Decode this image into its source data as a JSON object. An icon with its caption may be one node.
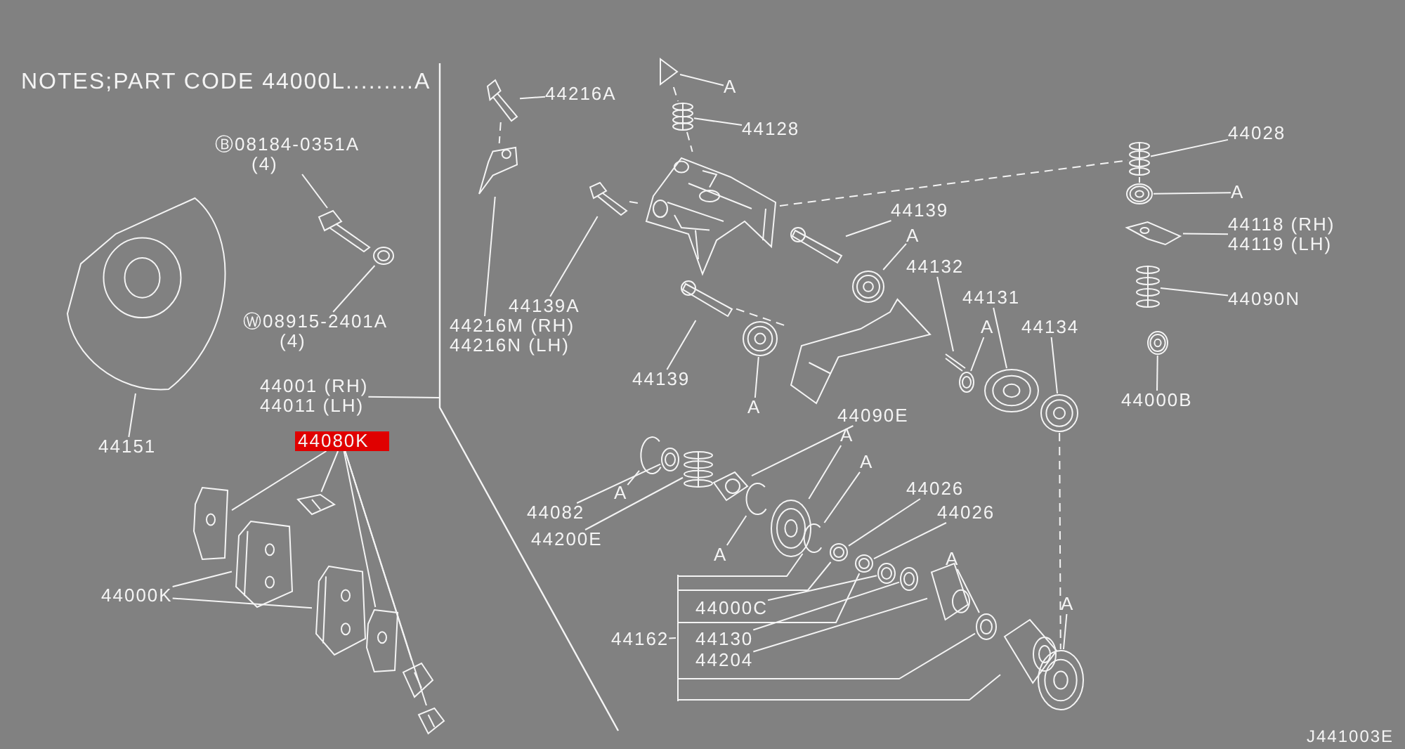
{
  "diagram": {
    "nodes": [
      {
        "text": [
          "Ⓑ08184-0351A",
          "(4)"
        ]
      },
      {
        "text": [],
        "shape": "picture"
      },
      {
        "text": [
          "Ⓦ08915-2401A",
          "(4)"
        ]
      },
      {
        "text": [],
        "shape": "picture"
      },
      {
        "text": [
          "44151"
        ]
      },
      {
        "text": [],
        "shape": "picture"
      },
      {
        "text": [
          "44001 (RH)",
          "44011 (LH)"
        ]
      },
      {
        "text": [
          "44080K"
        ]
      },
      {
        "text": [],
        "shape": "picture"
      },
      {
        "text": [],
        "shape": "picture"
      },
      {
        "text": [],
        "shape": "picture"
      },
      {
        "text": [],
        "shape": "picture"
      },
      {
        "text": [],
        "shape": "picture"
      },
      {
        "text": [
          "44000K"
        ]
      },
      {
        "text": [],
        "shape": "picture"
      },
      {
        "text": [],
        "shape": "picture"
      },
      {
        "text": [
          "44216A"
        ]
      },
      {
        "text": [],
        "shape": "picture"
      },
      {
        "text": [
          "A"
        ]
      },
      {
        "text": [],
        "shape": "picture"
      },
      {
        "text": [
          "44128"
        ]
      },
      {
        "text": [],
        "shape": "picture"
      },
      {
        "text": [
          "44139A"
        ]
      },
      {
        "text": [],
        "shape": "picture"
      },
      {
        "text": [
          "44216M (RH)",
          "44216N (LH)"
        ]
      },
      {
        "text": [],
        "shape": "picture"
      },
      {
        "text": [],
        "shape": "picture"
      },
      {
        "text": [
          "44139"
        ]
      },
      {
        "text": [],
        "shape": "picture"
      },
      {
        "text": [
          "A"
        ]
      },
      {
        "text": [],
        "shape": "picture"
      },
      {
        "text": [
          "44132"
        ]
      },
      {
        "text": [],
        "shape": "picture"
      },
      {
        "text": [
          "44131"
        ]
      },
      {
        "text": [],
        "shape": "picture"
      },
      {
        "text": [
          "A"
        ]
      },
      {
        "text": [],
        "shape": "picture"
      },
      {
        "text": [
          "44134"
        ]
      },
      {
        "text": [],
        "shape": "picture"
      },
      {
        "text": [
          "44139"
        ]
      },
      {
        "text": [],
        "shape": "picture"
      },
      {
        "text": [
          "A"
        ]
      },
      {
        "text": [],
        "shape": "picture"
      },
      {
        "text": [],
        "shape": "picture"
      },
      {
        "text": [
          "44028"
        ]
      },
      {
        "text": [],
        "shape": "picture"
      },
      {
        "text": [
          "A"
        ]
      },
      {
        "text": [],
        "shape": "picture"
      },
      {
        "text": [
          "44118 (RH)",
          "44119 (LH)"
        ]
      },
      {
        "text": [],
        "shape": "picture"
      },
      {
        "text": [
          "44090N"
        ]
      },
      {
        "text": [],
        "shape": "picture"
      },
      {
        "text": [
          "44000B"
        ]
      },
      {
        "text": [],
        "shape": "picture"
      },
      {
        "text": [
          "44090E"
        ]
      },
      {
        "text": [],
        "shape": "picture"
      },
      {
        "text": [
          "A"
        ]
      },
      {
        "text": [],
        "shape": "picture"
      },
      {
        "text": [
          "A"
        ]
      },
      {
        "text": [],
        "shape": "picture"
      },
      {
        "text": [
          "44026"
        ]
      },
      {
        "text": [],
        "shape": "picture"
      },
      {
        "text": [
          "44026"
        ]
      },
      {
        "text": [],
        "shape": "picture"
      },
      {
        "text": [
          "44082"
        ]
      },
      {
        "text": [],
        "shape": "picture"
      },
      {
        "text": [
          "44200E"
        ]
      },
      {
        "text": [],
        "shape": "picture"
      },
      {
        "text": [
          "A"
        ]
      },
      {
        "text": [],
        "shape": "picture"
      },
      {
        "text": [
          "A"
        ]
      },
      {
        "text": [],
        "shape": "picture"
      },
      {
        "text": [
          "44162"
        ]
      },
      {
        "text": [
          "44000C"
        ]
      },
      {
        "text": [],
        "shape": "picture"
      },
      {
        "text": [
          "44130"
        ]
      },
      {
        "text": [],
        "shape": "picture"
      },
      {
        "text": [
          "44204"
        ]
      },
      {
        "text": [],
        "shape": "picture"
      },
      {
        "text": [
          "A"
        ]
      },
      {
        "text": [],
        "shape": "picture"
      },
      {
        "text": [],
        "shape": "picture"
      },
      {
        "text": [
          "A"
        ]
      },
      {
        "text": [],
        "shape": "picture"
      },
      {
        "text": [],
        "shape": "bar"
      }
    ],
    "edges": [
      {
        "from": 0,
        "to": 1,
        "arrow": "none"
      },
      {
        "from": 2,
        "to": 3,
        "arrow": "none"
      },
      {
        "from": 4,
        "to": 5,
        "arrow": "none"
      },
      {
        "from": 6,
        "to": null,
        "arrow": "none"
      },
      {
        "from": 7,
        "to": 8,
        "arrow": "none"
      },
      {
        "from": 7,
        "to": 9,
        "arrow": "none"
      },
      {
        "from": 7,
        "to": 10,
        "arrow": "none"
      },
      {
        "from": 7,
        "to": 11,
        "arrow": "none"
      },
      {
        "from": 7,
        "to": 12,
        "arrow": "none"
      },
      {
        "from": 13,
        "to": 14,
        "arrow": "none"
      },
      {
        "from": 13,
        "to": 15,
        "arrow": "none"
      },
      {
        "from": 16,
        "to": 17,
        "arrow": "none"
      },
      {
        "from": 18,
        "to": 19,
        "arrow": "none"
      },
      {
        "from": 20,
        "to": 21,
        "arrow": "none"
      },
      {
        "from": 22,
        "to": 23,
        "arrow": "none"
      },
      {
        "from": 24,
        "to": 25,
        "arrow": "none"
      },
      {
        "from": 27,
        "to": 28,
        "arrow": "none"
      },
      {
        "from": 29,
        "to": 30,
        "arrow": "none"
      },
      {
        "from": 31,
        "to": 32,
        "arrow": "none"
      },
      {
        "from": 33,
        "to": 34,
        "arrow": "none"
      },
      {
        "from": 35,
        "to": 36,
        "arrow": "none"
      },
      {
        "from": 37,
        "to": 38,
        "arrow": "none"
      },
      {
        "from": 39,
        "to": 40,
        "arrow": "none"
      },
      {
        "from": 41,
        "to": 42,
        "arrow": "none"
      },
      {
        "from": 44,
        "to": 45,
        "arrow": "none"
      },
      {
        "from": 46,
        "to": 47,
        "arrow": "none"
      },
      {
        "from": 48,
        "to": 49,
        "arrow": "none"
      },
      {
        "from": 50,
        "to": 51,
        "arrow": "none"
      },
      {
        "from": 52,
        "to": 53,
        "arrow": "none"
      },
      {
        "from": 54,
        "to": 55,
        "arrow": "none"
      },
      {
        "from": 56,
        "to": 57,
        "arrow": "none"
      },
      {
        "from": 58,
        "to": 59,
        "arrow": "none"
      },
      {
        "from": 60,
        "to": 61,
        "arrow": "none"
      },
      {
        "from": 62,
        "to": 63,
        "arrow": "none"
      },
      {
        "from": 64,
        "to": 65,
        "arrow": "none"
      },
      {
        "from": 66,
        "to": 67,
        "arrow": "none"
      },
      {
        "from": 68,
        "to": 69,
        "arrow": "none"
      },
      {
        "from": 70,
        "to": 71,
        "arrow": "none"
      },
      {
        "from": 72,
        "to": 84,
        "arrow": "none"
      },
      {
        "from": 73,
        "to": 74,
        "arrow": "none"
      },
      {
        "from": 75,
        "to": 76,
        "arrow": "none"
      },
      {
        "from": 77,
        "to": 78,
        "arrow": "none"
      },
      {
        "from": 79,
        "to": 80,
        "arrow": "none"
      },
      {
        "from": 82,
        "to": 83,
        "arrow": "none"
      },
      {
        "from": 17,
        "to": 25,
        "arrow": "none",
        "style": "dashed"
      },
      {
        "from": 19,
        "to": 21,
        "arrow": "none",
        "style": "dashed"
      },
      {
        "from": 21,
        "to": 26,
        "arrow": "none",
        "style": "dashed"
      },
      {
        "from": 23,
        "to": 26,
        "arrow": "none",
        "style": "dashed"
      },
      {
        "from": 26,
        "to": 45,
        "arrow": "none",
        "style": "dashed"
      },
      {
        "from": 45,
        "to": 47,
        "arrow": "none",
        "style": "dashed"
      },
      {
        "from": 40,
        "to": 43,
        "arrow": "none",
        "style": "dashed"
      },
      {
        "from": 38,
        "to": 83,
        "arrow": "none",
        "style": "dashed"
      },
      {
        "from": 84,
        "to": 59,
        "arrow": "none"
      },
      {
        "from": 84,
        "to": 61,
        "arrow": "none"
      },
      {
        "from": 84,
        "to": 63,
        "arrow": "none"
      },
      {
        "from": 84,
        "to": 80,
        "arrow": "none"
      },
      {
        "from": 84,
        "to": 81,
        "arrow": "none"
      }
    ],
    "labels": [
      "NOTES;PART CODE 44000L.........A",
      "J441003E"
    ]
  }
}
